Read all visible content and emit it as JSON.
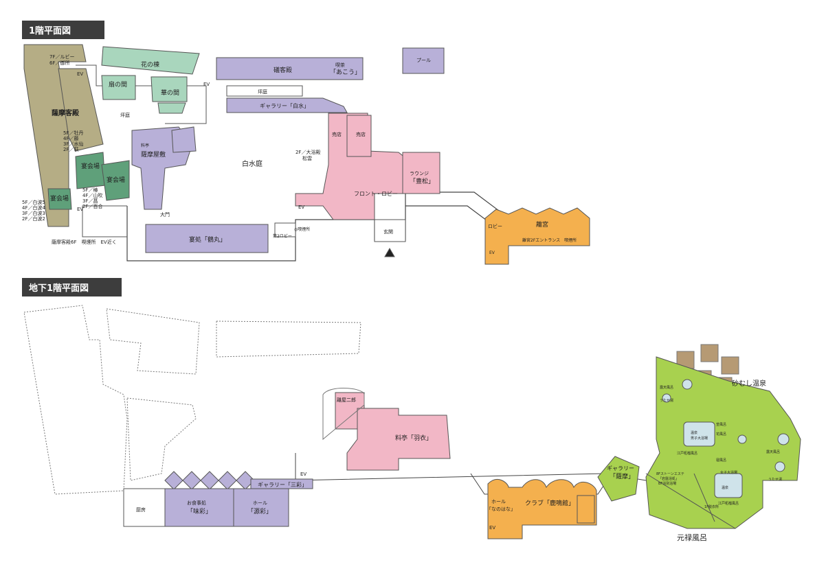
{
  "floor1": {
    "heading": "1階平面図",
    "labels": {
      "satsuma": "薩摩客殿",
      "satsuma_upper": "7F／ルビー\n6F／御所",
      "satsuma_mid": "5F／牡丹\n4F／藤\n3F／水仙\n2F／萩",
      "satsuma_lower": "5F／椿\n4F／山吹\n3F／菖\n2F／百合",
      "satsuma_left": "5F／白波5\n4F／白波4\n3F／白波3\n2F／白波2",
      "satsuma_bottom": "薩摩客殿6F　喫煙所　EV近く",
      "enkaijo1": "宴会場",
      "enkaijo2": "宴会場",
      "enkaijo3": "宴会場",
      "hana_no_to": "花の棟",
      "ougi_no_ma": "扇の間",
      "hana_no_ma": "華の間",
      "tsubo_niwa_left": "坪庭",
      "satsuma_yashiki_small": "料亭",
      "satsuma_yashiki": "薩摩屋敷",
      "daimon": "大門",
      "ishi_kyakuden": "礒客殿",
      "cafe_small": "喫茶",
      "cafe": "「あこう」",
      "tsubo_niwa_top": "坪庭",
      "gallery_hakusui": "ギャラリー「白水」",
      "hakusui_tei": "白水庭",
      "shop1": "売店",
      "shop2": "売店",
      "daiyokujo": "2F／大浴殿\n松雲",
      "lounge_small": "ラウンジ",
      "lounge": "「豊松」",
      "front": "フロント・ロビー",
      "genkan": "玄関",
      "ev_front": "EV",
      "second_lobby": "第2ロビー",
      "smoking": "◎喫煙所",
      "tsurumaru": "宴処「鶴丸」",
      "pool": "プール",
      "rikyu": "離宮",
      "rikyu_lobby": "ロビー",
      "rikyu_entrance": "離宮2Fエントランス　喫煙所",
      "ev_rikyu": "EV",
      "ev_top": "EV",
      "ev_mid": "EV",
      "ev_left": "EV"
    }
  },
  "basement": {
    "heading": "地下1階平面図",
    "labels": {
      "hanare_jiro": "離屋二郎",
      "ryotei_hagoromo": "料亭「羽衣」",
      "ev": "EV",
      "gallery_sansai": "ギャラリー「三彩」",
      "kitchen": "厨房",
      "restaurant_small": "お食事処",
      "restaurant": "「味彩」",
      "hall_small": "ホール",
      "hall": "「源彩」",
      "hall_nanohana_small": "ホール",
      "hall_nanohana": "「なのはな」",
      "club": "クラブ「鹿鳴館」",
      "ev_club": "EV",
      "gallery_satsuma_small": "ギャラリー",
      "gallery_satsuma": "「薩摩」",
      "sunamushi": "砂むし温泉",
      "genroku": "元禄風呂",
      "bath_labels": {
        "rotenburo1": "露天風呂",
        "rotenburo2": "露天風呂",
        "utase1": "うたせ湯",
        "utase2": "うたせ湯",
        "danshi": "男子大浴場",
        "joshi": "女子大浴場",
        "tennen": "温泉",
        "tennen2": "温泉",
        "hanafuro": "花風呂",
        "edo_danshi": "江戸柘榴風呂",
        "edo_joshi": "江戸柘榴風呂",
        "stone_spa": "8Fストーンエステ\n「岩盤浴処」\nBF浴別浴場",
        "datsui": "1F脱衣所",
        "kama": "釜風呂",
        "juku": "寝風呂"
      }
    }
  },
  "colors": {
    "satsuma": "#b5ad85",
    "green": "#a9d6bd",
    "dark_green": "#5fa07a",
    "purple": "#b8b0d8",
    "pink": "#f2b7c6",
    "orange": "#f4b04e",
    "lime": "#a8d14f",
    "brown": "#b69a74",
    "spring_blue": "#cfe3ea"
  }
}
